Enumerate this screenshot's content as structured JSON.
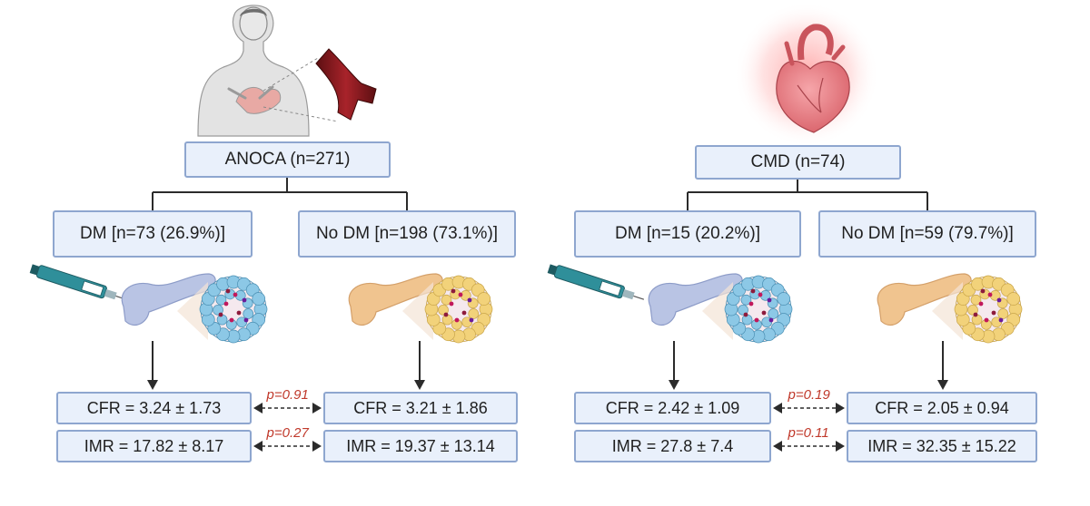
{
  "panels": [
    {
      "root_label": "ANOCA (n=271)",
      "groups": [
        {
          "label": "DM [n=73 (26.9%)]",
          "cfr": "CFR = 3.24 ± 1.73",
          "imr": "IMR = 17.82 ± 8.17"
        },
        {
          "label": "No DM [n=198 (73.1%)]",
          "cfr": "CFR = 3.21 ± 1.86",
          "imr": "IMR = 19.37 ± 13.14"
        }
      ],
      "p_cfr": "p=0.91",
      "p_imr": "p=0.27"
    },
    {
      "root_label": "CMD (n=74)",
      "groups": [
        {
          "label": "DM [n=15 (20.2%)]",
          "cfr": "CFR = 2.42 ± 1.09",
          "imr": "IMR = 27.8 ± 7.4"
        },
        {
          "label": "No DM [n=59 (79.7%)]",
          "cfr": "CFR = 2.05 ± 0.94",
          "imr": "IMR = 32.35 ± 15.22"
        }
      ],
      "p_cfr": "p=0.19",
      "p_imr": "p=0.11"
    }
  ],
  "colors": {
    "box_fill": "#e9f0fb",
    "box_border": "#8ea6cf",
    "connector": "#2b2b2b",
    "p_value": "#c0392b",
    "dm_pancreas": "#b9c4e4",
    "no_dm_pancreas": "#f0c48f",
    "dm_islet_cells": "#8cc8e6",
    "no_dm_islet_cells": "#f2d27a",
    "heart": "#e07a80",
    "vessel": "#8b1a1a"
  },
  "icons": [
    "human-torso-icon",
    "blood-vessel-icon",
    "heart-icon",
    "insulin-pen-icon",
    "pancreas-icon",
    "islet-cells-icon"
  ]
}
